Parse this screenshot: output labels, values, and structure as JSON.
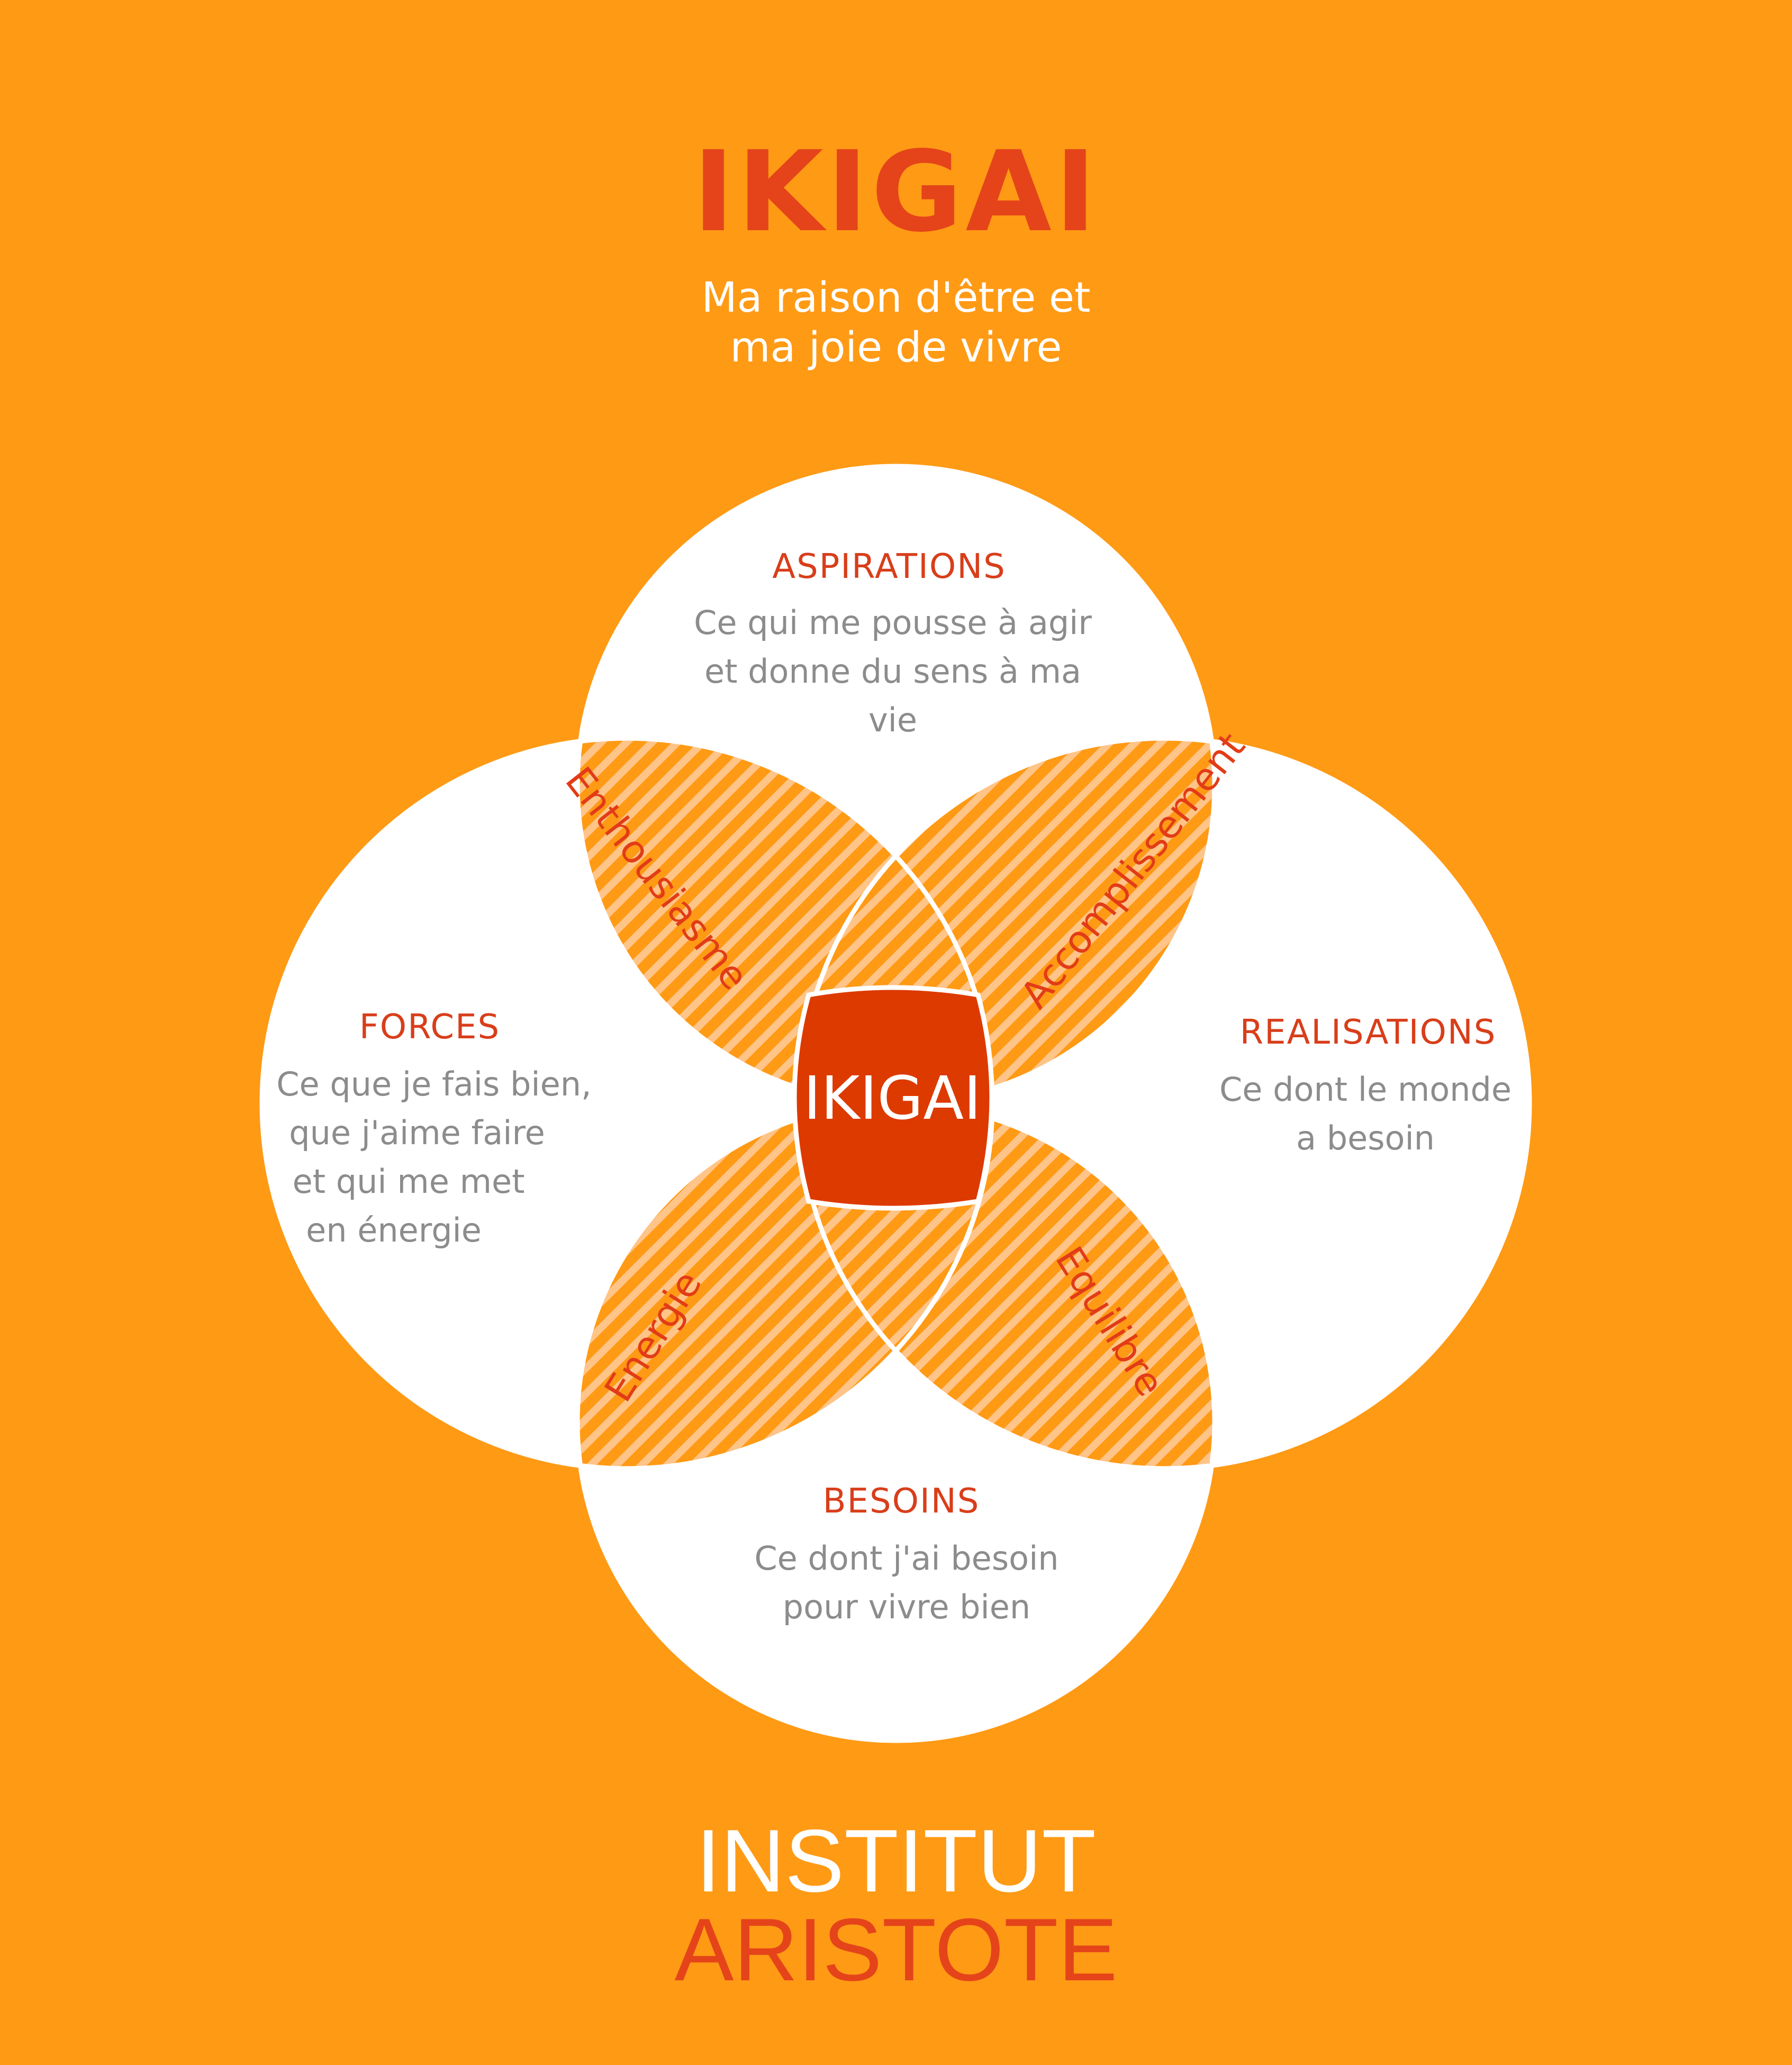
{
  "title": "IKIGAI",
  "subtitle": [
    "Ma raison d'être et",
    "ma joie de vivre"
  ],
  "colors": {
    "background": "#FF9A15",
    "accent_red": "#E5441A",
    "center_fill": "#DD3A00",
    "circle_fill": "#FFFFFF",
    "description_grey": "#8C8C8C"
  },
  "circles": {
    "top": {
      "heading": "ASPIRATIONS",
      "lines": [
        "Ce qui me pousse à agir",
        "et donne du sens à ma",
        "vie"
      ]
    },
    "left": {
      "heading": "FORCES",
      "lines": [
        "Ce que je fais bien,",
        "que j'aime faire",
        "et qui me met",
        "en énergie"
      ]
    },
    "right": {
      "heading": "REALISATIONS",
      "lines": [
        "Ce dont le monde",
        "a besoin"
      ]
    },
    "bottom": {
      "heading": "BESOINS",
      "lines": [
        "Ce dont j'ai besoin",
        "pour vivre bien"
      ]
    }
  },
  "overlaps": {
    "top_left": "Enthousiasme",
    "top_right": "Accomplissement",
    "bottom_left": "Energie",
    "bottom_right": "Equilibre"
  },
  "center": "IKIGAI",
  "footer": [
    "INSTITUT",
    "ARISTOTE"
  ]
}
